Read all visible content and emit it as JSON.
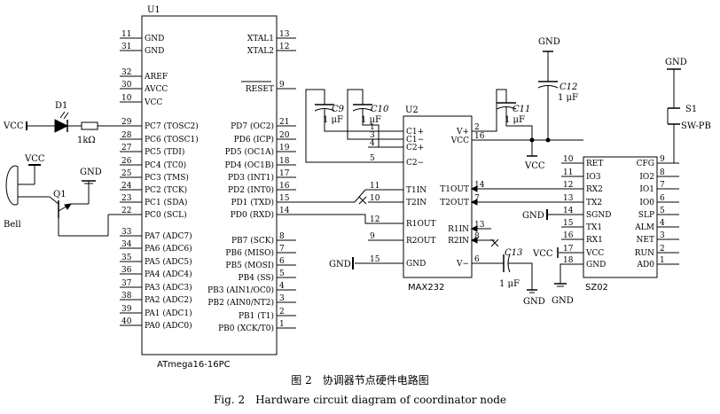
{
  "u1": {
    "name": "U1",
    "part": "ATmega16-16PC",
    "left_pins": [
      {
        "n": "11",
        "label": "GND"
      },
      {
        "n": "31",
        "label": "GND"
      },
      {
        "n": "32",
        "label": "AREF"
      },
      {
        "n": "30",
        "label": "AVCC"
      },
      {
        "n": "10",
        "label": "VCC"
      },
      {
        "n": "29",
        "label": "PC7 (TOSC2)"
      },
      {
        "n": "28",
        "label": "PC6 (TOSC1)"
      },
      {
        "n": "27",
        "label": "PC5 (TDI)"
      },
      {
        "n": "26",
        "label": "PC4 (TC0)"
      },
      {
        "n": "25",
        "label": "PC3 (TMS)"
      },
      {
        "n": "24",
        "label": "PC2 (TCK)"
      },
      {
        "n": "23",
        "label": "PC1 (SDA)"
      },
      {
        "n": "22",
        "label": "PC0 (SCL)"
      },
      {
        "n": "33",
        "label": "PA7 (ADC7)"
      },
      {
        "n": "34",
        "label": "PA6 (ADC6)"
      },
      {
        "n": "35",
        "label": "PA5 (ADC5)"
      },
      {
        "n": "36",
        "label": "PA4 (ADC4)"
      },
      {
        "n": "37",
        "label": "PA3 (ADC3)"
      },
      {
        "n": "38",
        "label": "PA2 (ADC2)"
      },
      {
        "n": "39",
        "label": "PA1 (ADC1)"
      },
      {
        "n": "40",
        "label": "PA0 (ADC0)"
      }
    ],
    "right_pins": [
      {
        "n": "13",
        "label": "XTAL1"
      },
      {
        "n": "12",
        "label": "XTAL2"
      },
      {
        "n": "9",
        "label": "RESET"
      },
      {
        "n": "21",
        "label": "PD7 (OC2)"
      },
      {
        "n": "20",
        "label": "PD6 (ICP)"
      },
      {
        "n": "19",
        "label": "PD5 (OC1A)"
      },
      {
        "n": "18",
        "label": "PD4 (OC1B)"
      },
      {
        "n": "17",
        "label": "PD3 (INT1)"
      },
      {
        "n": "16",
        "label": "PD2 (INT0)"
      },
      {
        "n": "15",
        "label": "PD1 (TXD)"
      },
      {
        "n": "14",
        "label": "PD0 (RXD)"
      },
      {
        "n": "8",
        "label": "PB7 (SCK)"
      },
      {
        "n": "7",
        "label": "PB6 (MISO)"
      },
      {
        "n": "6",
        "label": "PB5 (MOSI)"
      },
      {
        "n": "5",
        "label": "PB4 (SS)"
      },
      {
        "n": "4",
        "label": "PB3 (AIN1/OC0)"
      },
      {
        "n": "3",
        "label": "PB2 (AIN0/NT2)"
      },
      {
        "n": "2",
        "label": "PB1 (T1)"
      },
      {
        "n": "1",
        "label": "PB0 (XCK/T0)"
      }
    ]
  },
  "u2": {
    "name": "U2",
    "part": "MAX232",
    "left_pins": [
      {
        "n": "1",
        "label": "C1+"
      },
      {
        "n": "3",
        "label": "C1−"
      },
      {
        "n": "4",
        "label": "C2+"
      },
      {
        "n": "5",
        "label": "C2−"
      },
      {
        "n": "11",
        "label": "T1IN"
      },
      {
        "n": "10",
        "label": "T2IN"
      },
      {
        "n": "12",
        "label": "R1OUT"
      },
      {
        "n": "9",
        "label": "R2OUT"
      },
      {
        "n": "15",
        "label": "GND"
      }
    ],
    "right_pins": [
      {
        "n": "2",
        "label": "V+"
      },
      {
        "n": "16",
        "label": "VCC"
      },
      {
        "n": "14",
        "label": "T1OUT"
      },
      {
        "n": "7",
        "label": "T2OUT"
      },
      {
        "n": "13",
        "label": "R1IN"
      },
      {
        "n": "8",
        "label": "R2IN"
      },
      {
        "n": "6",
        "label": "V−"
      }
    ]
  },
  "sz02": {
    "name": "SZ02",
    "left_pins": [
      {
        "n": "10",
        "label": "RET"
      },
      {
        "n": "11",
        "label": "IO3"
      },
      {
        "n": "12",
        "label": "RX2"
      },
      {
        "n": "13",
        "label": "TX2"
      },
      {
        "n": "14",
        "label": "SGND"
      },
      {
        "n": "15",
        "label": "TX1"
      },
      {
        "n": "16",
        "label": "RX1"
      },
      {
        "n": "17",
        "label": "VCC"
      },
      {
        "n": "18",
        "label": "GND"
      }
    ],
    "right_pins": [
      {
        "n": "9",
        "label": "CFG"
      },
      {
        "n": "8",
        "label": "IO2"
      },
      {
        "n": "7",
        "label": "IO1"
      },
      {
        "n": "6",
        "label": "IO0"
      },
      {
        "n": "5",
        "label": "SLP"
      },
      {
        "n": "4",
        "label": "ALM"
      },
      {
        "n": "3",
        "label": "NET"
      },
      {
        "n": "2",
        "label": "RUN"
      },
      {
        "n": "1",
        "label": "AD0"
      }
    ]
  },
  "labels": {
    "vcc": "VCC",
    "gnd": "GND",
    "d1": "D1",
    "r1": "1kΩ",
    "q1": "Q1",
    "bell": "Bell",
    "c9": "C9",
    "c10": "C10",
    "c11": "C11",
    "c12": "C12",
    "c13": "C13",
    "cap_value": "1 μF",
    "s1": "S1",
    "s1_part": "SW-PB"
  },
  "caption": {
    "zh": "图 2　协调器节点硬件电路图",
    "en": "Fig. 2　Hardware circuit diagram of coordinator node"
  },
  "colors": {
    "ink": "#000000",
    "background": "#ffffff"
  }
}
